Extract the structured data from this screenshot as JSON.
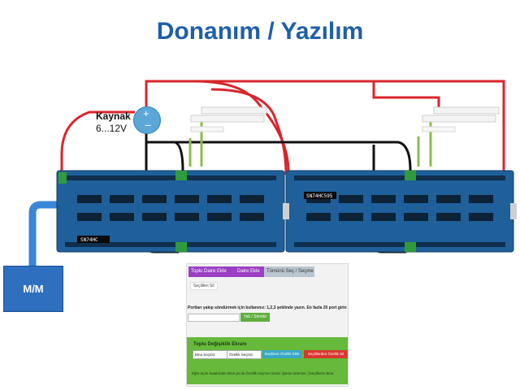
{
  "title": "Donanım / Yazılım",
  "power": {
    "label": "Kaynak",
    "voltage": "6...12V",
    "plus": "+",
    "minus": "−"
  },
  "computer_label": "M/M",
  "boards": [
    {
      "chip_label": "SN74HC"
    },
    {
      "chip_label": "SN74HC595"
    }
  ],
  "ui_panel": {
    "tabs": [
      "Toplu Daire Ekle",
      "Daire Ekle",
      "Tümünü Seç / Seçme"
    ],
    "selected_button": "Seçilileri Sil",
    "instruction": "Portları yakıp söndürmek için kullanınız: 1,2,3 şeklinde yazın. En fazla 20 port girin",
    "toggle_button": "Yak / Söndür",
    "bulk": {
      "title": "Toplu Değişiklik Ekranı",
      "building_select": "Bina Seçiniz",
      "feature_select": "Özellik Seçiniz",
      "add_button": "Seçililere Özellik Ekle",
      "remove_button": "Seçililerden Özellik Sil",
      "note": "Eğer açılır kutulardan Bina ya da Özellik seçmez iseniz işleme alınmaz. (Seçililerin Bina"
    }
  }
}
